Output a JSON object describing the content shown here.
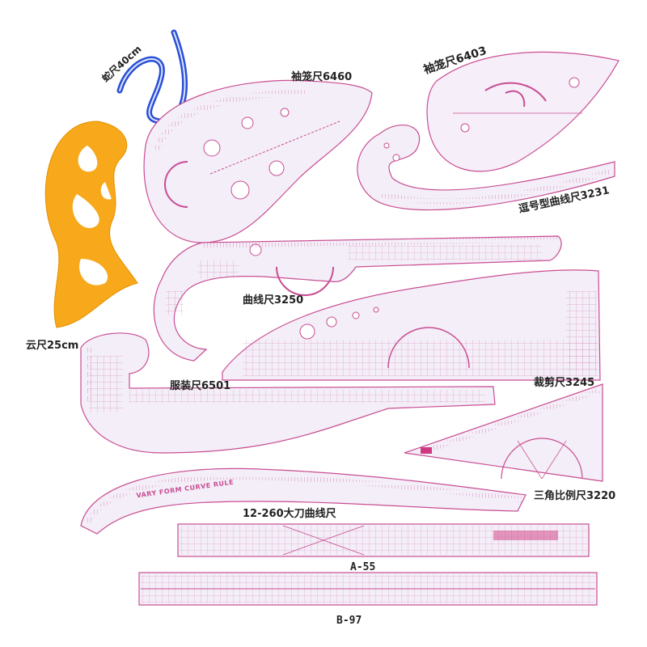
{
  "labels": {
    "snake": "蛇尺40cm",
    "cloud": "云尺25cm",
    "sleeve6460": "袖笼尺6460",
    "sleeve6403": "袖笼尺6403",
    "comma3231": "逗号型曲线尺3231",
    "curve3250": "曲线尺3250",
    "garment6501": "服装尺6501",
    "cutting3245": "裁剪尺3245",
    "triangle3220": "三角比例尺3220",
    "knife": "12-260大刀曲线尺",
    "a55": "A-55",
    "b97": "B-97"
  },
  "ruler_print": {
    "vary_form": "VARY FORM CURVE RULE"
  },
  "colors": {
    "pink_line": "#c94d93",
    "ruler_fill": "#f3eef7",
    "yellow": "#f7a81b",
    "snake_blue": "#2a4fd6"
  }
}
